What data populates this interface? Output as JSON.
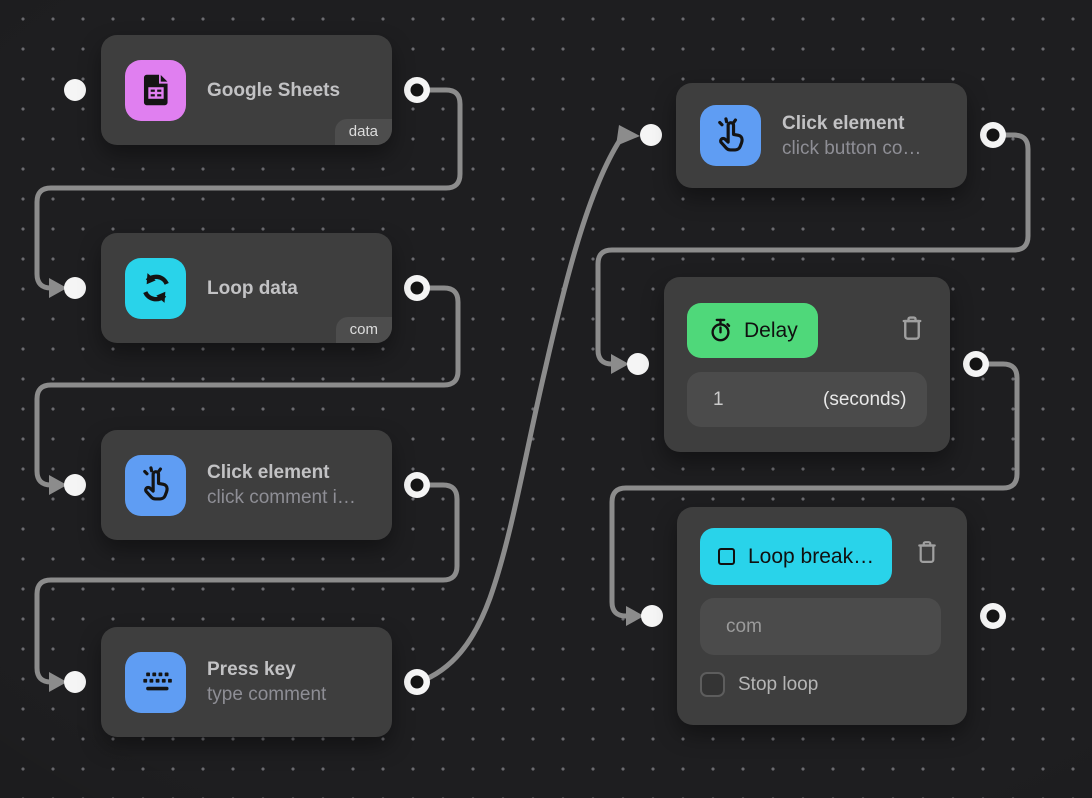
{
  "colors": {
    "canvas_bg": "#1e1e20",
    "node_bg": "#3e3e3e",
    "wire": "#8c8c8c",
    "port_white": "#f5f5f5",
    "google_sheets_icon_bg": "#e07ff0",
    "loop_icon_bg": "#29d3ea",
    "click_icon_bg": "#5f9df3",
    "delay_button_bg": "#4fd87a",
    "loop_break_button_bg": "#29d3ea"
  },
  "icons": {
    "google_sheets": "spreadsheet-icon",
    "loop_data": "loop-arrows-icon",
    "click_element": "tap-click-icon",
    "press_key": "keyboard-icon",
    "delay": "stopwatch-icon",
    "loop_break": "stop-square-icon",
    "delete": "trash-icon"
  },
  "nodes": {
    "google_sheets": {
      "title": "Google Sheets",
      "badge": "data"
    },
    "loop_data": {
      "title": "Loop data",
      "badge": "com"
    },
    "click_element_1": {
      "title": "Click element",
      "subtitle": "click comment i…"
    },
    "press_key": {
      "title": "Press key",
      "subtitle": "type comment"
    },
    "click_element_2": {
      "title": "Click element",
      "subtitle": "click button co…"
    },
    "delay": {
      "label": "Delay",
      "value": "1",
      "unit": "(seconds)"
    },
    "loop_break": {
      "label": "Loop break…",
      "input_value": "com",
      "checkbox_label": "Stop loop",
      "checkbox_checked": false
    }
  }
}
